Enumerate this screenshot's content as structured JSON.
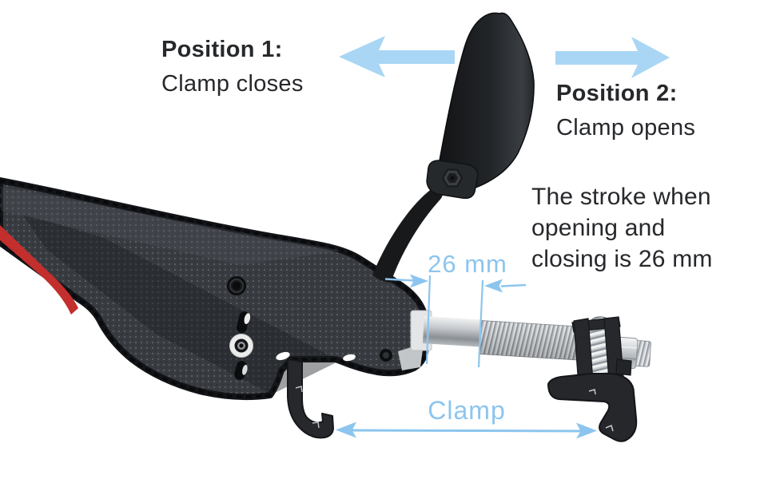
{
  "figure_labels": {
    "position1_title": "Position 1:",
    "position1_subtitle": "Clamp closes",
    "position2_title": "Position 2:",
    "position2_subtitle": "Clamp opens",
    "note_line1": "The stroke when",
    "note_line2": "opening and",
    "note_line3": "closing is 26 mm",
    "stroke_dimension_label": "26 mm",
    "clamp_dimension_label": "Clamp"
  },
  "colors": {
    "direction_arrow_blue": "#a9d6f4",
    "dimension_blue": "#8cc5ee",
    "label_text": "#26282b",
    "accent_red": "#c22f2c",
    "carbon_dark": "#383b40",
    "metal_silver": "#c6cacf"
  }
}
